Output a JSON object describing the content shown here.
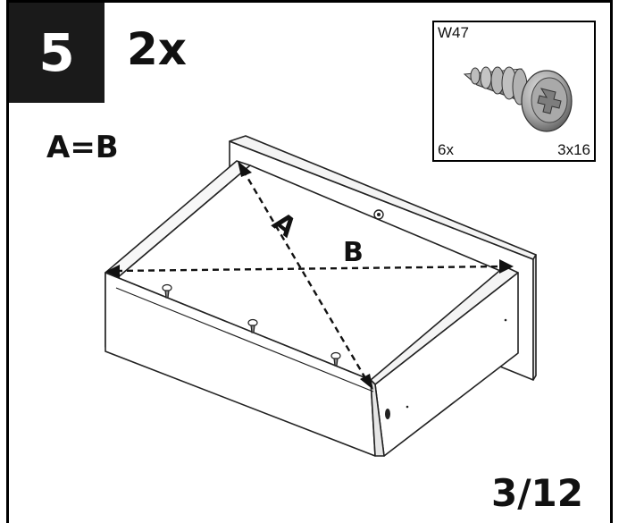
{
  "step": {
    "number": "5",
    "quantity": "2x"
  },
  "instruction": {
    "equation": "A=B",
    "diagonal_a": "A",
    "diagonal_b": "B"
  },
  "part": {
    "code": "W47",
    "count": "6x",
    "size": "3x16",
    "icon": "screw-icon"
  },
  "page": {
    "number": "3/12"
  }
}
